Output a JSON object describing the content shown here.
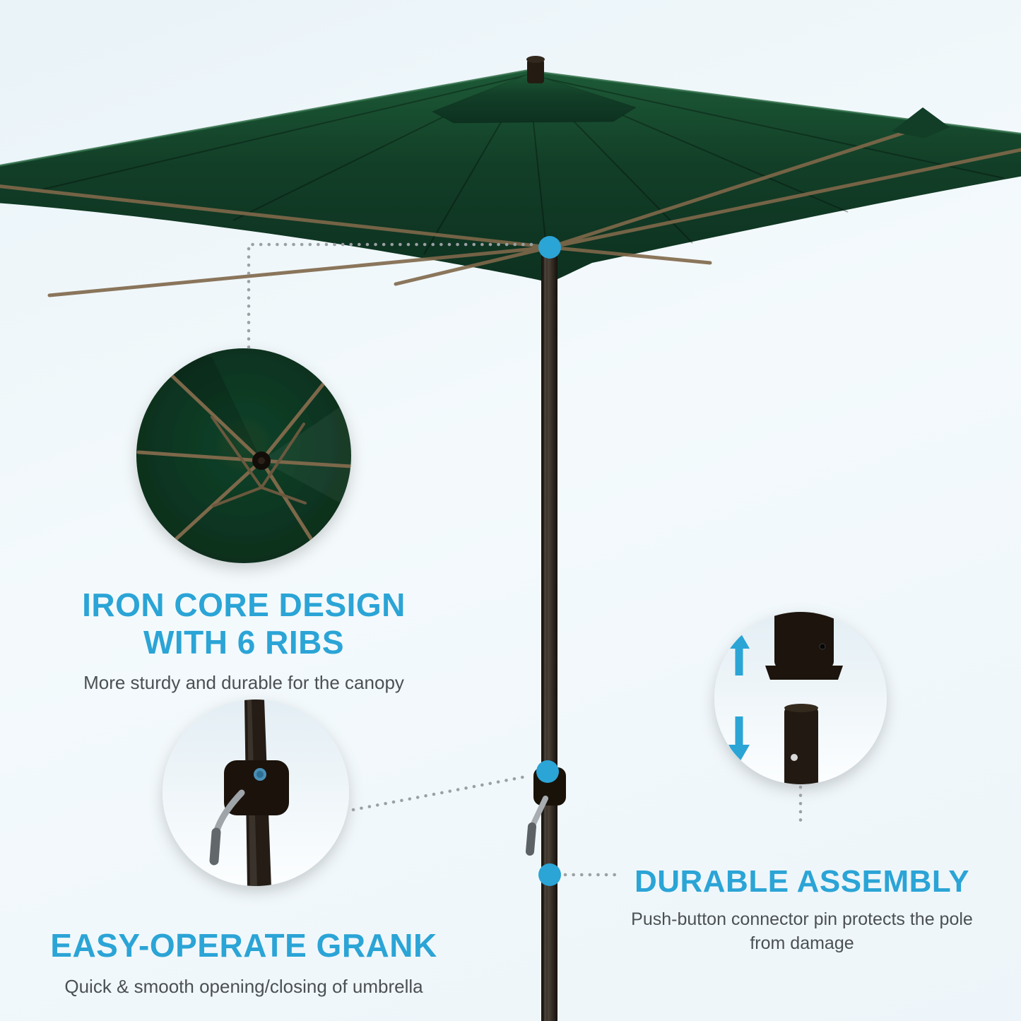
{
  "colors": {
    "accent": "#2BA4D6",
    "canopy_green": "#123E27",
    "pole_dark": "#241C15",
    "description_gray": "#4B5054",
    "background_tint": "#E9F3F8"
  },
  "callouts": {
    "iron_core": {
      "title_line1": "IRON CORE DESIGN",
      "title_line2": "WITH 6 RIBS",
      "description": "More sturdy and durable for the canopy"
    },
    "crank": {
      "title": "EASY-OPERATE GRANK",
      "description": "Quick & smooth opening/closing of umbrella"
    },
    "assembly": {
      "title": "DURABLE ASSEMBLY",
      "description": "Push-button connector pin protects the pole from damage"
    }
  },
  "icons": {
    "connector_dots": [
      "hub-connector-dot",
      "crank-connector-dot",
      "pole-joint-connector-dot"
    ],
    "arrows": [
      "up-arrow-icon",
      "down-arrow-icon"
    ]
  }
}
